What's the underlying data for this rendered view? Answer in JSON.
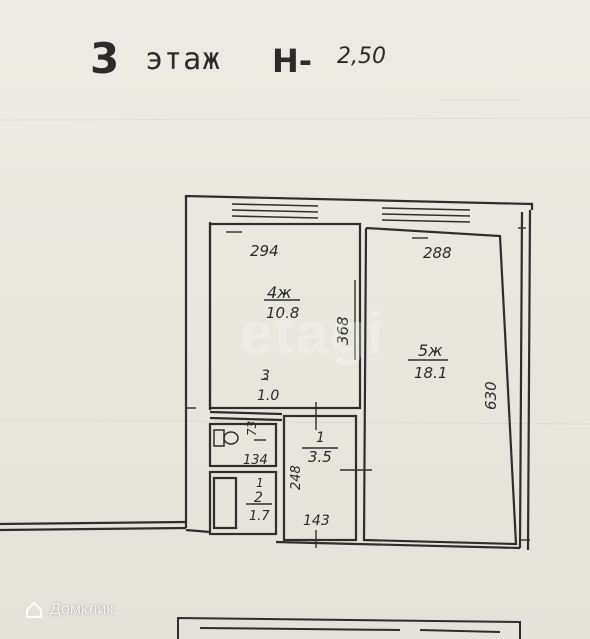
{
  "header": {
    "floor_number": "3",
    "floor_word": "этаж",
    "height_label": "Н-",
    "height_value": "2,50"
  },
  "rooms": {
    "room4": {
      "code": "4ж",
      "area": "10.8",
      "width": "294",
      "length": "368"
    },
    "room5": {
      "code": "5ж",
      "area": "18.1",
      "width": "288",
      "length": "630"
    },
    "room3": {
      "code": "3",
      "area": "1.0"
    },
    "room1": {
      "code": "1",
      "area": "3.5",
      "width": "143",
      "length": "248"
    },
    "room2": {
      "code": "2",
      "area": "1.7",
      "marker": "1"
    },
    "wc": {
      "width": "134",
      "depth": "73"
    }
  },
  "watermark": "etagi",
  "brand": {
    "name": "Домклик"
  }
}
